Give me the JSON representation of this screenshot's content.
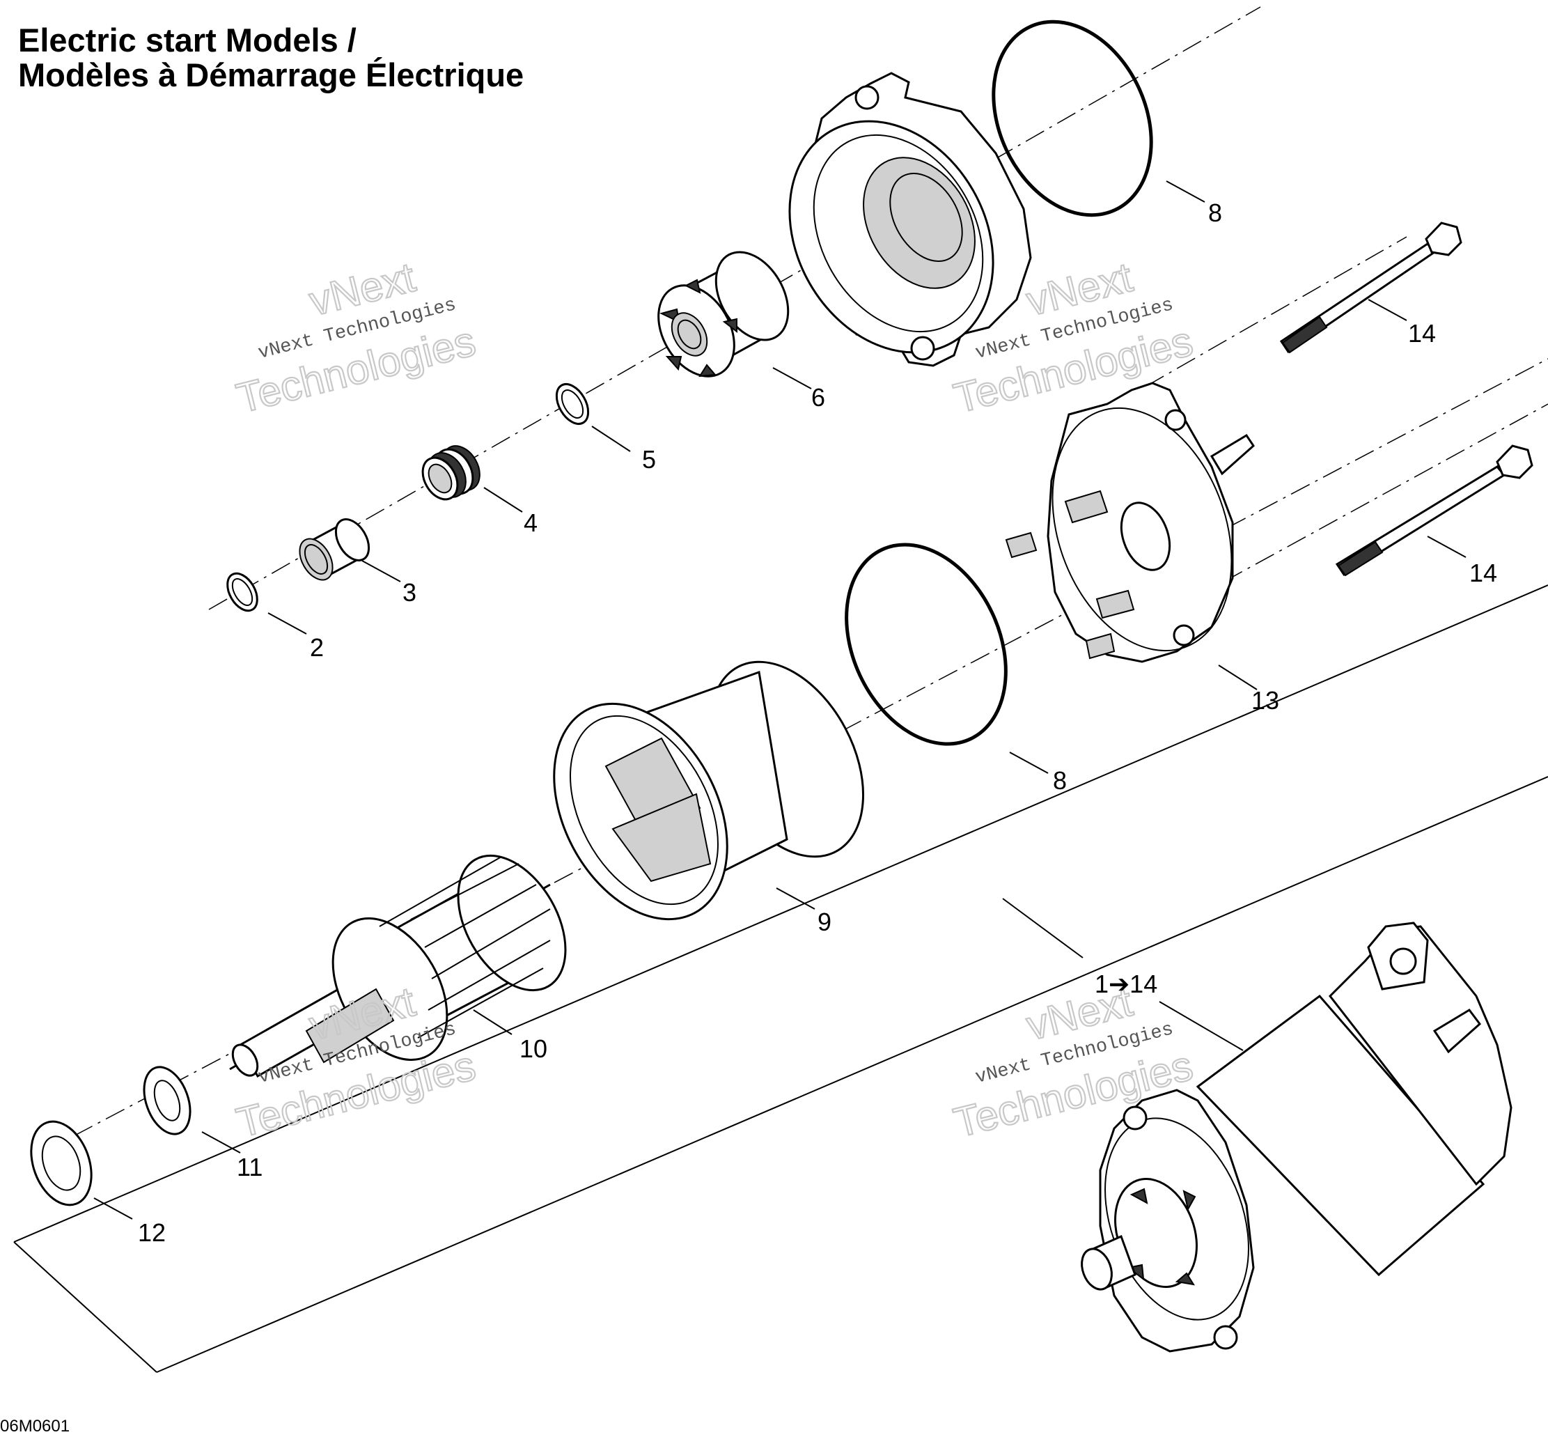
{
  "title": {
    "line1": "Electric start Models /",
    "line2": "Modèles à Démarrage Électrique"
  },
  "figure_code": "06M0601",
  "watermark": {
    "line1": "vNext Technologies",
    "line2": "vNext",
    "line3": "Technologies"
  },
  "callouts": [
    {
      "id": "c2",
      "label": "2"
    },
    {
      "id": "c3",
      "label": "3"
    },
    {
      "id": "c4",
      "label": "4"
    },
    {
      "id": "c5",
      "label": "5"
    },
    {
      "id": "c6",
      "label": "6"
    },
    {
      "id": "c8a",
      "label": "8"
    },
    {
      "id": "c8b",
      "label": "8"
    },
    {
      "id": "c9",
      "label": "9"
    },
    {
      "id": "c10",
      "label": "10"
    },
    {
      "id": "c11",
      "label": "11"
    },
    {
      "id": "c12",
      "label": "12"
    },
    {
      "id": "c13",
      "label": "13"
    },
    {
      "id": "c14a",
      "label": "14"
    },
    {
      "id": "c14b",
      "label": "14"
    },
    {
      "id": "cAll",
      "label": "1➔14"
    }
  ]
}
